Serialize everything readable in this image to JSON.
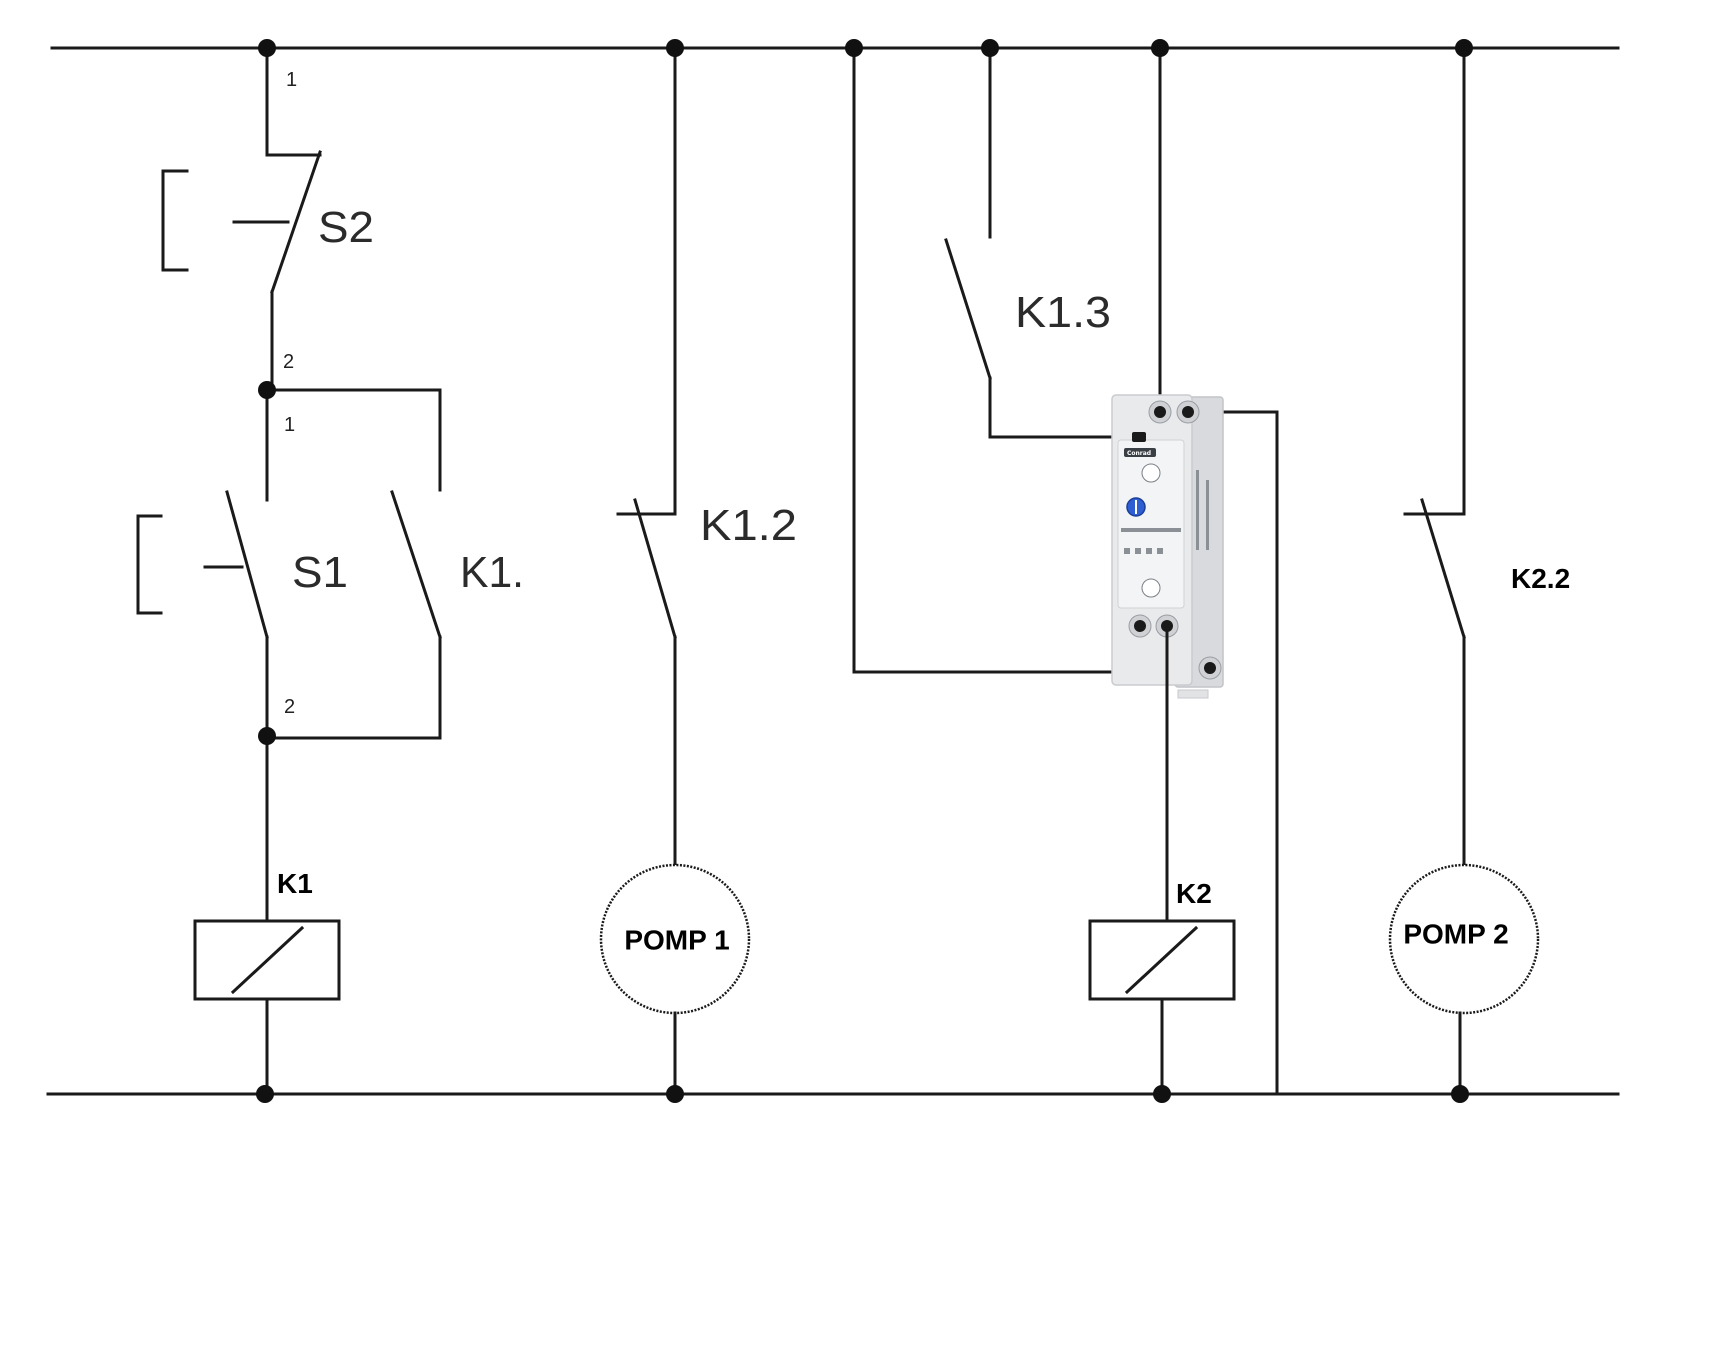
{
  "labels": {
    "s2": "S2",
    "s1": "S1",
    "k1_hold": "K1.",
    "k1_2": "K1.2",
    "k1_3": "K1.3",
    "k2_2": "K2.2",
    "k1_coil": "K1",
    "k2_coil": "K2",
    "pomp1": "POMP 1",
    "pomp2": "POMP 2",
    "s2_terminal_top": "1",
    "s2_terminal_bottom": "2",
    "s1_terminal_top": "1",
    "s1_terminal_bottom": "2"
  },
  "relay": {
    "icon": "timer-relay-module",
    "brand": "Conrad"
  },
  "colors": {
    "wire": "#1a1a1a",
    "relay_body": "#e9eaec",
    "relay_knob": "#2d5fd3"
  }
}
